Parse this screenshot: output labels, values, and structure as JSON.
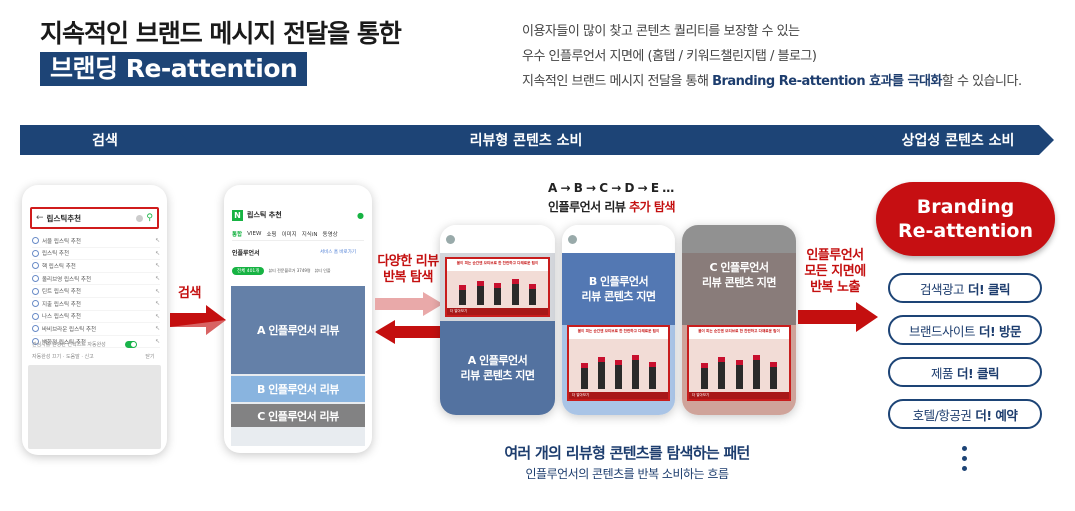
{
  "header": {
    "title_line1": "지속적인 브랜드 메시지 전달을 통한",
    "title_line2": "브랜딩 Re-attention",
    "desc_line1": "이용자들이 많이 찾고 콘텐츠 퀄리티를 보장할 수 있는",
    "desc_line2": "우수 인플루언서 지면에 (홈탭 /  키워드챌린지탭 / 블로그)",
    "desc_line3_pre": "지속적인 브랜드 메시지 전달을 통해 ",
    "desc_line3_bold": "Branding Re-attention 효과를 극대화",
    "desc_line3_post": "할 수 있습니다."
  },
  "stages": {
    "search": "검색",
    "review": "리뷰형 콘텐츠 소비",
    "commercial": "상업성 콘텐츠 소비"
  },
  "phone1": {
    "query": "립스틱추천",
    "items": [
      "서울 립스틱 추천",
      "립스틱 추천",
      "핵 립스틱 추천",
      "올리브영 립스틱 추천",
      "틴트 립스틱 추천",
      "지출 립스틱 추천",
      "나스 립스틱 추천",
      "바비브라운 립스틱 추천",
      "백화점 립스틱 추천"
    ],
    "toggle_text": "관심사를 반영한 컨텍스트 자동완성",
    "footer_left": "자동완성 끄기 · 도움말 · 신고",
    "footer_right": "닫기"
  },
  "phone2": {
    "logo": "N",
    "query": "립스틱 추천",
    "tabs": [
      "통합",
      "VIEW",
      "쇼핑",
      "이미지",
      "지식iN",
      "동영상"
    ],
    "section": "인플루언서",
    "section_link": "서비스 홈 바로가기",
    "chip": "전체 401개",
    "mini1": "뷰티 전문블로거 3749명",
    "mini2": "뷰티 인플",
    "overlay_a": "A 인플루언서 리뷰",
    "overlay_b": "B 인플루언서 리뷰",
    "overlay_c": "C 인플루언서 리뷰"
  },
  "flow": {
    "search_label": "검색",
    "repeat_label1": "다양한 리뷰",
    "repeat_label2": "반복 탐색",
    "abcde": "A → B → C → D → E …",
    "extra_pre": "인플루언서 리뷰 ",
    "extra_red": "추가 탐색",
    "expose_label1": "인플루언서",
    "expose_label2": "모든 지면에",
    "expose_label3": "반복 노출"
  },
  "content_phones": {
    "a_line1": "A 인플루언서",
    "a_line2": "리뷰 콘텐츠 지면",
    "b_line1": "B 인플루언서",
    "b_line2": "리뷰 콘텐츠 지면",
    "c_line1": "C 인플루언서",
    "c_line2": "리뷰 콘텐츠 지면",
    "ad_headline": "봄이 피는 순간엔 모티브로 한 찬란하고 다채로운 립이",
    "ad_bar": "더 알아보기"
  },
  "pattern": {
    "title": "여러 개의 리뷰형 콘텐츠를 탐색하는 패턴",
    "subtitle": "인플루언서의 콘텐츠를 반복 소비하는 흐름"
  },
  "right": {
    "brand_line1": "Branding",
    "brand_line2": "Re-attention",
    "pills": [
      {
        "pre": "검색광고",
        "bold": "더! 클릭"
      },
      {
        "pre": "브랜드사이트",
        "bold": "더! 방문"
      },
      {
        "pre": "제품",
        "bold": "더! 클릭"
      },
      {
        "pre": "호텔/항공권",
        "bold": "더! 예약"
      }
    ]
  },
  "colors": {
    "navy": "#1d4476",
    "red": "#c60f12",
    "naver_green": "#17b343"
  }
}
